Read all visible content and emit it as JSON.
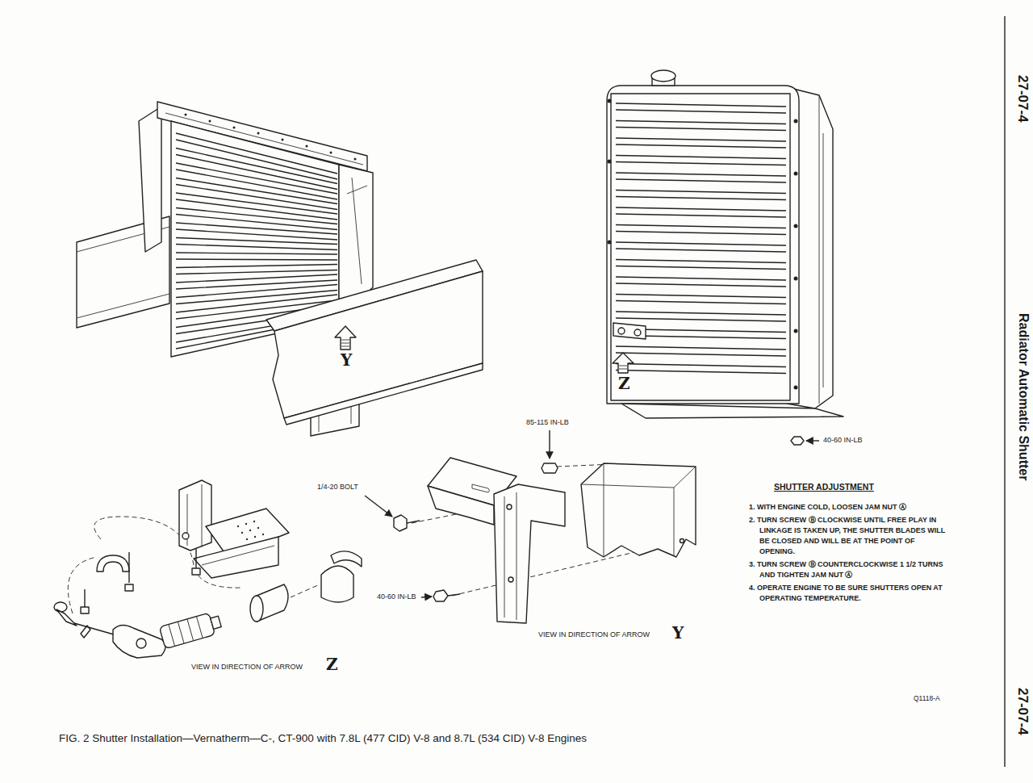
{
  "diagram": {
    "title": "Radiator Automatic Shutter",
    "caption": "FIG. 2 Shutter Installation—Vernatherm—C-, CT-900 with 7.8L (477 CID) V-8 and 8.7L (534 CID) V-8 Engines",
    "labels": [
      "27-07-4",
      "Y",
      "Z",
      "40-60 IN-LB",
      "85-115 IN-LB",
      "1/4-20 BOLT",
      "40-60 IN-LB",
      "VIEW IN DIRECTION OF ARROW",
      "Y",
      "SHUTTER ADJUSTMENT",
      "1. WITH ENGINE COLD, LOOSEN JAM NUT Ⓐ",
      "2. TURN SCREW Ⓑ CLOCKWISE UNTIL FREE PLAY IN LINKAGE IS TAKEN UP, THE SHUTTER BLADES WILL BE CLOSED AND WILL BE AT THE POINT OF OPENING.",
      "3. TURN SCREW Ⓑ COUNTERCLOCKWISE 1 1/2 TURNS AND TIGHTEN JAM NUT Ⓐ",
      "4. OPERATE ENGINE TO BE SURE SHUTTERS OPEN AT OPERATING TEMPERATURE.",
      "VIEW IN DIRECTION OF ARROW",
      "Z",
      "Q1118-A",
      "27-07-4"
    ]
  }
}
